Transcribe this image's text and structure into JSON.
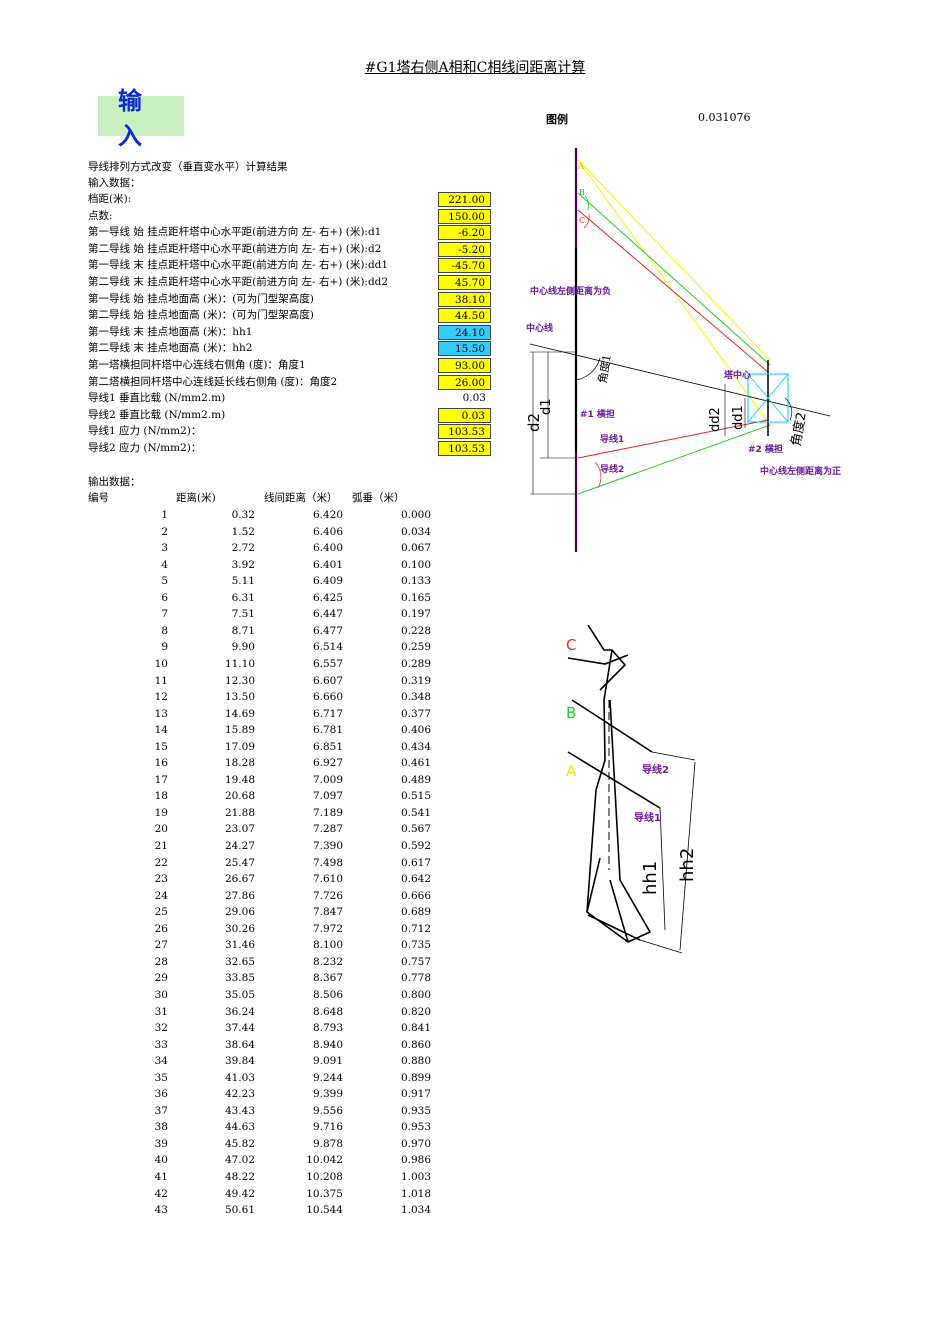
{
  "title": "#G1塔右侧A相和C相线间距离计算",
  "input_box": "输入",
  "legend": {
    "label": "图例",
    "value": "0.031076"
  },
  "intro": [
    "导线排列方式改变（垂直变水平）计算结果",
    "输入数据："
  ],
  "inputs": [
    {
      "label": "档距(米):",
      "value": "221.00",
      "color": "yellow"
    },
    {
      "label": "点数:",
      "value": "150.00",
      "color": "yellow"
    },
    {
      "label": "第一导线 始 挂点距杆塔中心水平距(前进方向 左- 右+) (米):d1",
      "value": "-6.20",
      "color": "yellow"
    },
    {
      "label": "第二导线 始 挂点距杆塔中心水平距(前进方向 左- 右+) (米):d2",
      "value": "-5.20",
      "color": "yellow"
    },
    {
      "label": "第一导线 末 挂点距杆塔中心水平距(前进方向 左- 右+) (米):dd1",
      "value": "-45.70",
      "color": "yellow"
    },
    {
      "label": "第二导线 末 挂点距杆塔中心水平距(前进方向 左- 右+) (米):dd2",
      "value": "45.70",
      "color": "yellow"
    },
    {
      "label": "第一导线 始 挂点地面高 (米)：(可为门型架高度)",
      "value": "38.10",
      "color": "yellow"
    },
    {
      "label": "第二导线 始 挂点地面高 (米)：(可为门型架高度)",
      "value": "44.50",
      "color": "yellow"
    },
    {
      "label": "第一导线 末 挂点地面高 (米)：hh1",
      "value": "24.10",
      "color": "cyan"
    },
    {
      "label": "第二导线 末 挂点地面高 (米)：hh2",
      "value": "15.50",
      "color": "cyan"
    },
    {
      "label": "第一塔横担同杆塔中心连线右侧角 (度)：角度1",
      "value": "93.00",
      "color": "yellow"
    },
    {
      "label": "第二塔横担同杆塔中心连线延长线右侧角 (度)：角度2",
      "value": "26.00",
      "color": "yellow"
    },
    {
      "label": "导线1        垂直比载  (N/mm2.m)",
      "value": "0.03",
      "color": "none"
    },
    {
      "label": "导线2        垂直比载  (N/mm2.m)",
      "value": "0.03",
      "color": "yellow"
    },
    {
      "label": "导线1              应力    (N/mm2)：",
      "value": "103.53",
      "color": "yellow"
    },
    {
      "label": "导线2              应力    (N/mm2)：",
      "value": "103.53",
      "color": "yellow"
    }
  ],
  "output_label": "输出数据：",
  "output_headers": [
    "编号",
    "距离(米)",
    "线间距离（米）",
    "弧垂（米）"
  ],
  "output_rows": [
    [
      "1",
      "0.32",
      "6.420",
      "0.000"
    ],
    [
      "2",
      "1.52",
      "6.406",
      "0.034"
    ],
    [
      "3",
      "2.72",
      "6.400",
      "0.067"
    ],
    [
      "4",
      "3.92",
      "6.401",
      "0.100"
    ],
    [
      "5",
      "5.11",
      "6.409",
      "0.133"
    ],
    [
      "6",
      "6.31",
      "6.425",
      "0.165"
    ],
    [
      "7",
      "7.51",
      "6.447",
      "0.197"
    ],
    [
      "8",
      "8.71",
      "6.477",
      "0.228"
    ],
    [
      "9",
      "9.90",
      "6.514",
      "0.259"
    ],
    [
      "10",
      "11.10",
      "6.557",
      "0.289"
    ],
    [
      "11",
      "12.30",
      "6.607",
      "0.319"
    ],
    [
      "12",
      "13.50",
      "6.660",
      "0.348"
    ],
    [
      "13",
      "14.69",
      "6.717",
      "0.377"
    ],
    [
      "14",
      "15.89",
      "6.781",
      "0.406"
    ],
    [
      "15",
      "17.09",
      "6.851",
      "0.434"
    ],
    [
      "16",
      "18.28",
      "6.927",
      "0.461"
    ],
    [
      "17",
      "19.48",
      "7.009",
      "0.489"
    ],
    [
      "18",
      "20.68",
      "7.097",
      "0.515"
    ],
    [
      "19",
      "21.88",
      "7.189",
      "0.541"
    ],
    [
      "20",
      "23.07",
      "7.287",
      "0.567"
    ],
    [
      "21",
      "24.27",
      "7.390",
      "0.592"
    ],
    [
      "22",
      "25.47",
      "7.498",
      "0.617"
    ],
    [
      "23",
      "26.67",
      "7.610",
      "0.642"
    ],
    [
      "24",
      "27.86",
      "7.726",
      "0.666"
    ],
    [
      "25",
      "29.06",
      "7.847",
      "0.689"
    ],
    [
      "26",
      "30.26",
      "7.972",
      "0.712"
    ],
    [
      "27",
      "31.46",
      "8.100",
      "0.735"
    ],
    [
      "28",
      "32.65",
      "8.232",
      "0.757"
    ],
    [
      "29",
      "33.85",
      "8.367",
      "0.778"
    ],
    [
      "30",
      "35.05",
      "8.506",
      "0.800"
    ],
    [
      "31",
      "36.24",
      "8.648",
      "0.820"
    ],
    [
      "32",
      "37.44",
      "8.793",
      "0.841"
    ],
    [
      "33",
      "38.64",
      "8.940",
      "0.860"
    ],
    [
      "34",
      "39.84",
      "9.091",
      "0.880"
    ],
    [
      "35",
      "41.03",
      "9.244",
      "0.899"
    ],
    [
      "36",
      "42.23",
      "9.399",
      "0.917"
    ],
    [
      "37",
      "43.43",
      "9.556",
      "0.935"
    ],
    [
      "38",
      "44.63",
      "9.716",
      "0.953"
    ],
    [
      "39",
      "45.82",
      "9.878",
      "0.970"
    ],
    [
      "40",
      "47.02",
      "10.042",
      "0.986"
    ],
    [
      "41",
      "48.22",
      "10.208",
      "1.003"
    ],
    [
      "42",
      "49.42",
      "10.375",
      "1.018"
    ],
    [
      "43",
      "50.61",
      "10.544",
      "1.034"
    ]
  ],
  "diagram1": {
    "left_neg": "中心线左侧距离为负",
    "center_line": "中心线",
    "crossarm1": "#1 横担",
    "tower_center": "塔中心",
    "crossarm2": "#2 横担",
    "right_pos": "中心线左侧距离为正",
    "angle1": "角度1",
    "angle2": "角度2",
    "d1": "d1",
    "d2": "d2",
    "dd1": "dd1",
    "dd2": "dd2",
    "wire1": "导线1",
    "wire2": "导线2",
    "phase_a": "A",
    "phase_b": "B",
    "phase_c": "C"
  },
  "diagram2": {
    "phase_c": "C",
    "phase_b": "B",
    "phase_a": "A",
    "wire2": "导线2",
    "wire1": "导线1",
    "hh1": "hh1",
    "hh2": "hh2"
  }
}
